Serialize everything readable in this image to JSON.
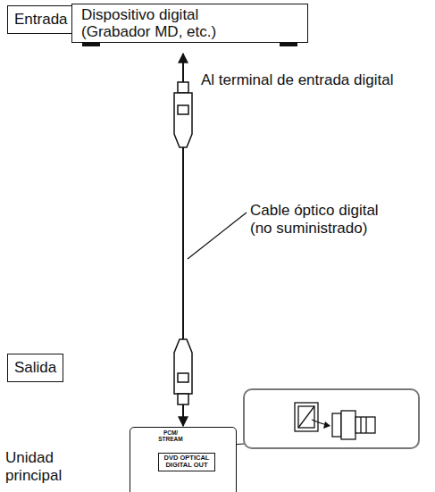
{
  "diagram": {
    "nodes": [
      {
        "text": [
          "Entrada"
        ]
      },
      {
        "text": [
          "Dispositivo digital (Grabador MD, etc.)"
        ]
      },
      {
        "text": [
          "Salida"
        ]
      },
      {
        "text": [
          "PCM/ STREAM"
        ]
      },
      {
        "text": [
          "DVD OPTICAL DIGITAL OUT"
        ],
        "in": 3
      }
    ],
    "edges": [
      {
        "from": 3,
        "to": 1,
        "arrow": "both"
      }
    ],
    "labels": [
      "Al terminal de entrada digital",
      "Cable óptico digital (no suministrado)",
      "Unidad principal"
    ]
  }
}
